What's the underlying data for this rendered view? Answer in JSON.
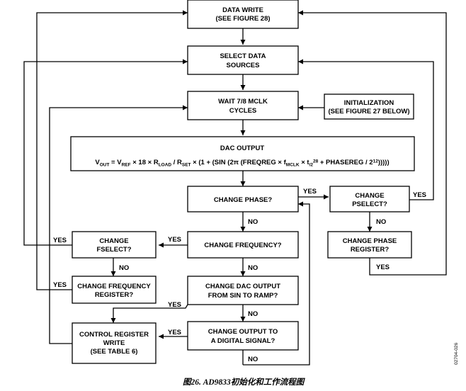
{
  "boxes": {
    "data_write": [
      "DATA WRITE",
      "(SEE FIGURE 28)"
    ],
    "select_sources": [
      "SELECT DATA",
      "SOURCES"
    ],
    "wait": [
      "WAIT 7/8 MCLK",
      "CYCLES"
    ],
    "initialization": [
      "INITIALIZATION",
      "(SEE FIGURE 27 BELOW)"
    ],
    "dac_title": "DAC OUTPUT",
    "change_phase": "CHANGE PHASE?",
    "change_pselect": [
      "CHANGE",
      "PSELECT?"
    ],
    "change_phase_reg": [
      "CHANGE PHASE",
      "REGISTER?"
    ],
    "change_frequency": "CHANGE FREQUENCY?",
    "change_fselect": [
      "CHANGE",
      "FSELECT?"
    ],
    "change_freq_reg": [
      "CHANGE FREQUENCY",
      "REGISTER?"
    ],
    "change_dac_output": [
      "CHANGE DAC OUTPUT",
      "FROM SIN TO RAMP?"
    ],
    "change_digital": [
      "CHANGE OUTPUT TO",
      "A DIGITAL SIGNAL?"
    ],
    "control_register": [
      "CONTROL REGISTER",
      "WRITE",
      "(SEE TABLE 6)"
    ]
  },
  "formula": {
    "vout": "V",
    "vout_sub": "OUT",
    "eq": " = V",
    "vref_sub": "REF",
    "mid1": " × 18 × R",
    "rload_sub": "LOAD",
    "mid2": " / R",
    "rset_sub": "SET",
    "mid3": " × (1 + (SIN (2π (FREQREG × f",
    "mclk_sub": "MCLK",
    "mid4": " × t",
    "t_sub": "/2",
    "sup28": "28",
    "mid5": " + PHASEREG / 2",
    "sup12": "12",
    "end": ")))))"
  },
  "labels": {
    "yes": "YES",
    "no": "NO"
  },
  "side_code": "02704-026",
  "caption": "图26. AD9833初始化和工作流程图"
}
